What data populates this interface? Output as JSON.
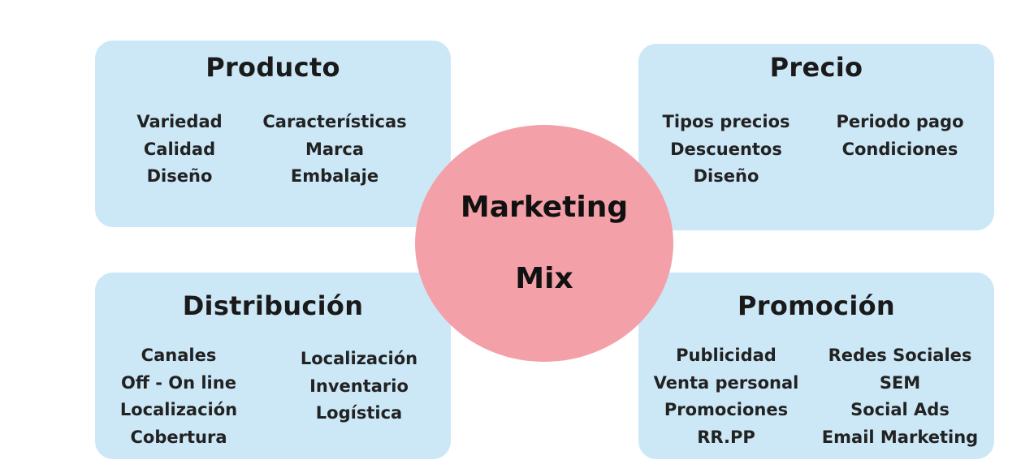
{
  "center": {
    "line1": "Marketing",
    "line2": "Mix"
  },
  "producto": {
    "title": "Producto",
    "col1": [
      "Variedad",
      "Calidad",
      "Diseño"
    ],
    "col2": [
      "Características",
      "Marca",
      "Embalaje"
    ]
  },
  "precio": {
    "title": "Precio",
    "col1": [
      "Tipos precios",
      "Descuentos",
      "Diseño"
    ],
    "col2": [
      "Periodo pago",
      "Condiciones"
    ]
  },
  "distribucion": {
    "title": "Distribución",
    "col1": [
      "Canales",
      "Off - On line",
      "Localización",
      "Cobertura"
    ],
    "col2": [
      "Localización",
      "Inventario",
      "Logística"
    ]
  },
  "promocion": {
    "title": "Promoción",
    "col1": [
      "Publicidad",
      "Venta personal",
      "Promociones",
      "RR.PP"
    ],
    "col2": [
      "Redes Sociales",
      "SEM",
      "Social Ads",
      "Email Marketing"
    ]
  },
  "colors": {
    "card_background": "#cce8f7",
    "circle_background": "#f4a0a8"
  }
}
